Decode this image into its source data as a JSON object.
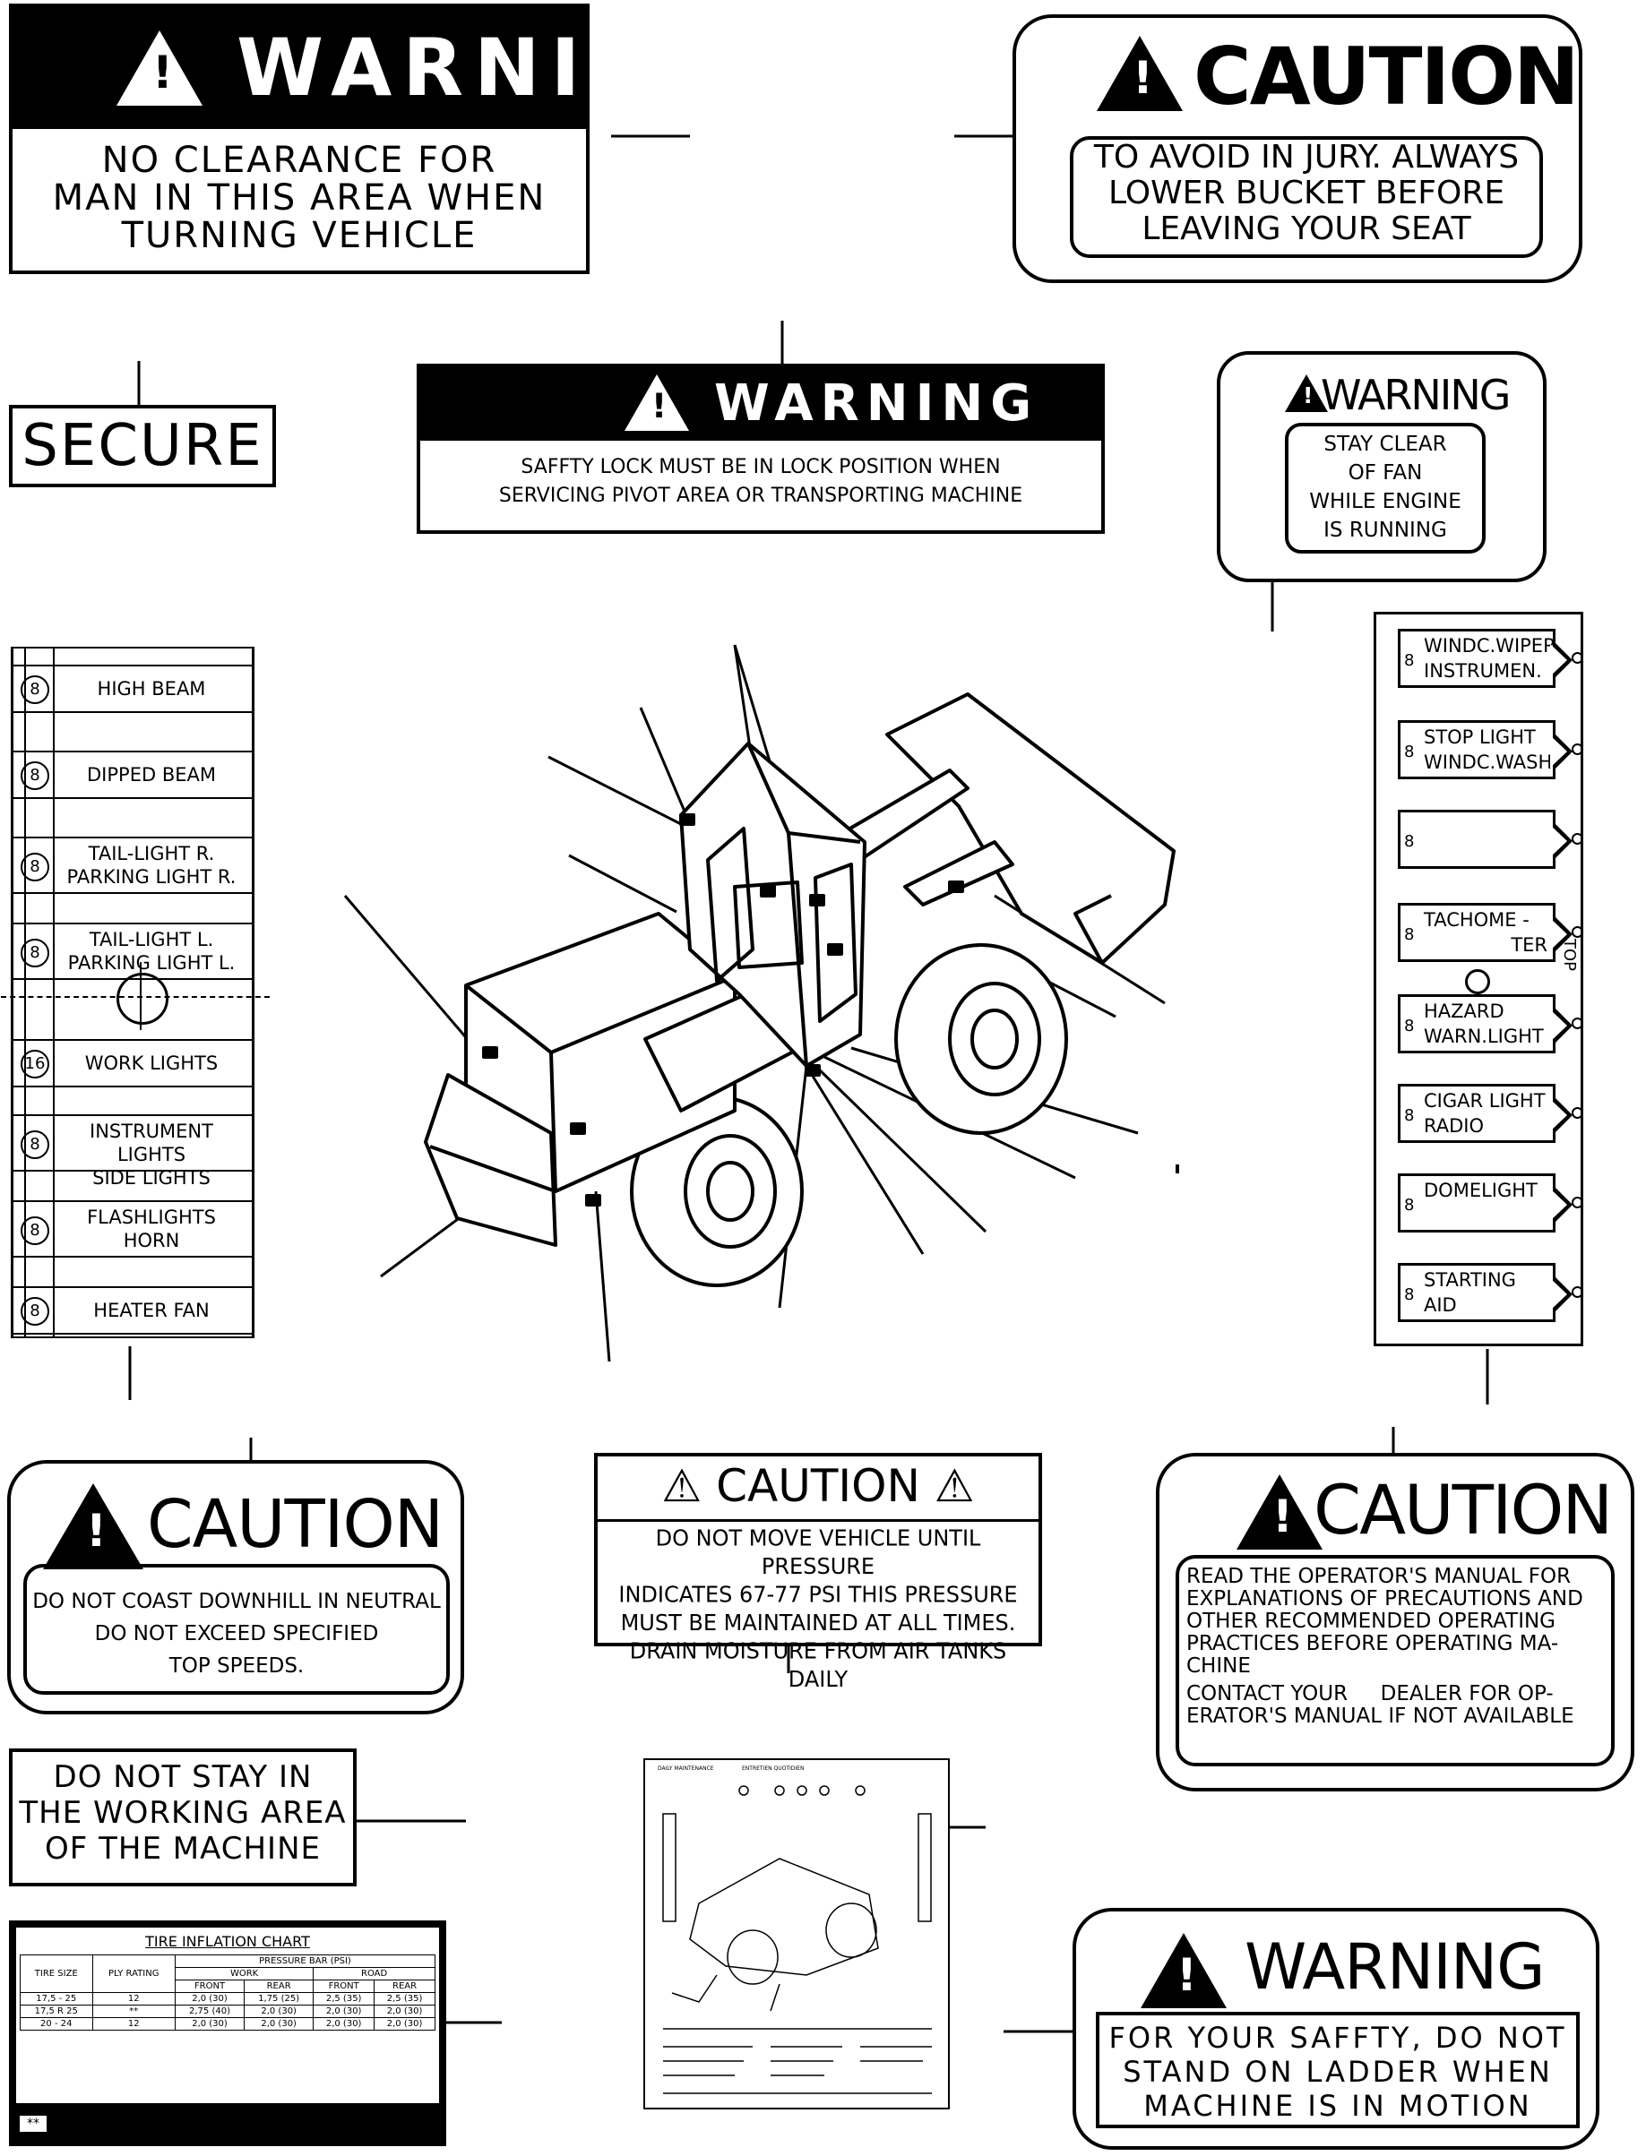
{
  "labels": {
    "warning_turning": {
      "header": "WARNING",
      "text": [
        "NO CLEARANCE FOR",
        "MAN IN THIS AREA WHEN",
        "TURNING VEHICLE"
      ]
    },
    "caution_bucket": {
      "header": "CAUTION",
      "text": [
        "TO AVOID IN JURY. ALWAYS",
        "LOWER BUCKET BEFORE",
        "LEAVING YOUR SEAT"
      ]
    },
    "secure": {
      "text": "SECURE"
    },
    "warning_lock": {
      "header": "WARNING",
      "text": [
        "SAFFTY LOCK MUST BE IN LOCK POSITION WHEN",
        "SERVICING PIVOT AREA OR TRANSPORTING MACHINE"
      ]
    },
    "warning_fan": {
      "header": "WARNING",
      "text": [
        "STAY CLEAR",
        "OF FAN",
        "WHILE ENGINE",
        "IS RUNNING"
      ]
    },
    "caution_coast": {
      "header": "CAUTION",
      "text": [
        "DO NOT COAST DOWNHILL IN NEUTRAL",
        "DO NOT EXCEED SPECIFIED",
        "TOP SPEEDS."
      ]
    },
    "caution_pressure": {
      "header": "CAUTION",
      "text": [
        "DO NOT MOVE VEHICLE UNTIL PRESSURE",
        "INDICATES 67-77 PSI THIS PRESSURE",
        "MUST BE MAINTAINED AT ALL TIMES.",
        "DRAIN MOISTURE FROM AIR TANKS DAILY"
      ]
    },
    "caution_manual": {
      "header": "CAUTION",
      "text": [
        "READ THE OPERATOR'S MANUAL FOR",
        "EXPLANATIONS OF PRECAUTIONS AND",
        "OTHER RECOMMENDED OPERATING",
        "PRACTICES BEFORE OPERATING MA-",
        "CHINE",
        "CONTACT YOUR     DEALER FOR OP-",
        "ERATOR'S MANUAL IF NOT AVAILABLE"
      ]
    },
    "do_not_stay": {
      "text": [
        "DO NOT STAY IN",
        "THE WORKING AREA",
        "OF THE MACHINE"
      ]
    },
    "warning_ladder": {
      "header": "WARNING",
      "text": [
        "FOR YOUR SAFFTY, DO NOT",
        "STAND ON LADDER WHEN",
        "MACHINE IS IN MOTION"
      ]
    }
  },
  "fuse_panel": [
    {
      "rating": "8",
      "lines": [
        "HIGH BEAM"
      ]
    },
    {
      "rating": "8",
      "lines": [
        "DIPPED BEAM"
      ]
    },
    {
      "rating": "8",
      "lines": [
        "TAIL-LIGHT R.",
        "PARKING LIGHT R."
      ]
    },
    {
      "rating": "8",
      "lines": [
        "TAIL-LIGHT L.",
        "PARKING LIGHT L."
      ]
    },
    {
      "rating": "16",
      "lines": [
        "WORK LIGHTS"
      ]
    },
    {
      "rating": "8",
      "lines": [
        "INSTRUMENT LIGHTS",
        "SIDE LIGHTS"
      ]
    },
    {
      "rating": "8",
      "lines": [
        "FLASHLIGHTS",
        "HORN"
      ]
    },
    {
      "rating": "8",
      "lines": [
        "HEATER FAN"
      ]
    }
  ],
  "relay_panel": {
    "top_label": "TOP",
    "relays": [
      {
        "rating": "8",
        "lines": [
          "WINDC.WIPER",
          "INSTRUMEN."
        ]
      },
      {
        "rating": "8",
        "lines": [
          "STOP LIGHT",
          "WINDC.WASH."
        ]
      },
      {
        "rating": "8",
        "lines": [
          ""
        ]
      },
      {
        "rating": "8",
        "lines": [
          "TACHOME -",
          "TER"
        ]
      },
      {
        "rating": "8",
        "lines": [
          "HAZARD",
          "WARN.LIGHT"
        ]
      },
      {
        "rating": "8",
        "lines": [
          "CIGAR LIGHT",
          "RADIO"
        ]
      },
      {
        "rating": "8",
        "lines": [
          "DOMELIGHT"
        ]
      },
      {
        "rating": "8",
        "lines": [
          "STARTING",
          "AID"
        ]
      }
    ]
  },
  "tire_chart": {
    "title": "TIRE INFLATION CHART",
    "col_tire": "TIRE SIZE",
    "col_ply": "PLY RATING",
    "col_pressure": "PRESSURE BAR (PSI)",
    "col_work": "WORK",
    "col_road": "ROAD",
    "col_front": "FRONT",
    "col_rear": "REAR",
    "rows": [
      {
        "size": "17,5 - 25",
        "ply": "12",
        "wf": "2,0 (30)",
        "wr": "1,75 (25)",
        "rf": "2,5 (35)",
        "rr": "2,5 (35)"
      },
      {
        "size": "17,5 R 25",
        "ply": "**",
        "wf": "2,75 (40)",
        "wr": "2,0 (30)",
        "rf": "2,0 (30)",
        "rr": "2,0 (30)"
      },
      {
        "size": "20 - 24",
        "ply": "12",
        "wf": "2,0 (30)",
        "wr": "2,0 (30)",
        "rf": "2,0 (30)",
        "rr": "2,0 (30)"
      }
    ],
    "footer": "**"
  },
  "maintenance_chart": {
    "title_left": "DAILY MAINTENANCE",
    "title_mid": "ENTRETIEN QUOTIDIEN"
  }
}
